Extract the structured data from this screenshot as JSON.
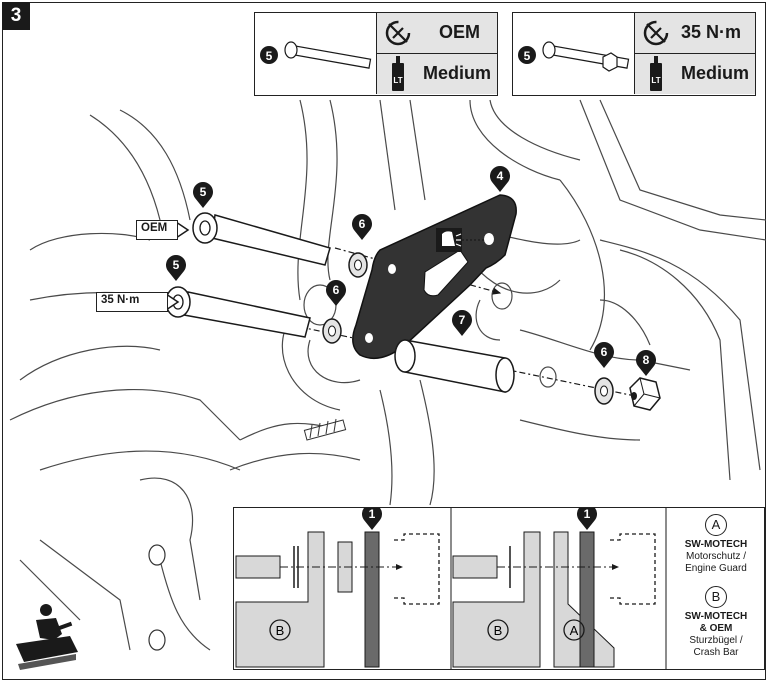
{
  "step_number": "3",
  "spec_boxes": [
    {
      "part": "5",
      "torque": "OEM",
      "threadlock": "Medium",
      "threadlock_badge": "LT"
    },
    {
      "part": "5",
      "torque": "35 N·m",
      "threadlock": "Medium",
      "threadlock_badge": "LT"
    }
  ],
  "callouts": {
    "oem_label": "OEM",
    "torque_label": "35 N·m"
  },
  "part_markers": {
    "bolt_upper": "5",
    "bolt_lower": "5",
    "washer_upper": "6",
    "washer_lower": "6",
    "washer_right": "6",
    "bracket": "4",
    "spacer": "7",
    "nut": "8"
  },
  "detail": {
    "left_marker": "1",
    "right_marker": "1",
    "left_letter_b": "B",
    "right_letter_b": "B",
    "right_letter_a": "A"
  },
  "legend": {
    "a_letter": "A",
    "a_brand": "SW-MOTECH",
    "a_line1": "Motorschutz /",
    "a_line2": "Engine Guard",
    "b_letter": "B",
    "b_brand1": "SW-MOTECH",
    "b_brand2": "& OEM",
    "b_line1": "Sturzbügel /",
    "b_line2": "Crash Bar"
  },
  "colors": {
    "ink": "#1a1a1a",
    "panel_gray": "#e4e4e4",
    "dark_part": "#555555",
    "mid_gray": "#b8b8b8"
  },
  "icons": {
    "torque": "torque-wrench-icon",
    "threadlock": "threadlock-bottle-icon",
    "light": "flashlight-icon",
    "mechanic": "mechanic-person-icon"
  }
}
